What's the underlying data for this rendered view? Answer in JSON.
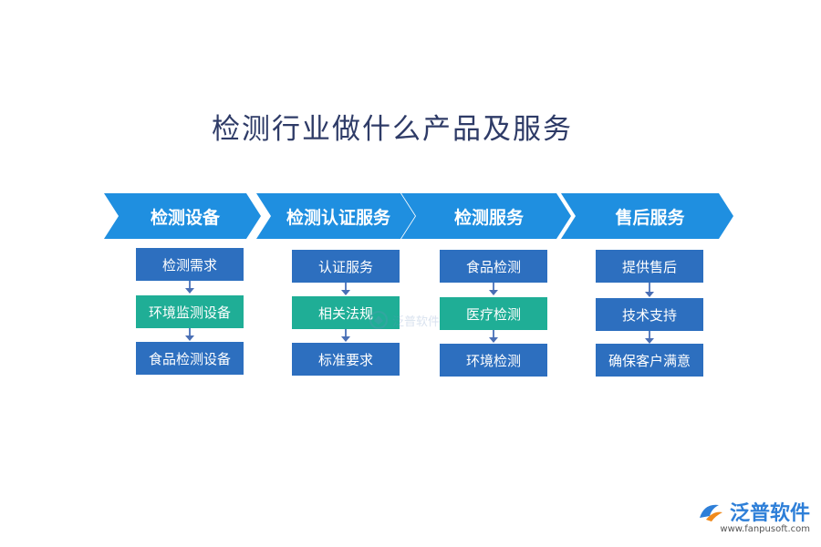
{
  "title": "检测行业做什么产品及服务",
  "colors": {
    "chevron": "#1f8fe0",
    "box_blue": "#2d6fbf",
    "box_teal": "#1fae96",
    "arrow": "#4a6fb5",
    "title": "#2e3b67"
  },
  "columns": [
    {
      "header": "检测设备",
      "items": [
        {
          "label": "检测需求",
          "color": "blue"
        },
        {
          "label": "环境监测设备",
          "color": "teal"
        },
        {
          "label": "食品检测设备",
          "color": "blue"
        }
      ]
    },
    {
      "header": "检测认证服务",
      "items": [
        {
          "label": "认证服务",
          "color": "blue"
        },
        {
          "label": "相关法规",
          "color": "teal"
        },
        {
          "label": "标准要求",
          "color": "blue"
        }
      ]
    },
    {
      "header": "检测服务",
      "items": [
        {
          "label": "食品检测",
          "color": "blue"
        },
        {
          "label": "医疗检测",
          "color": "teal"
        },
        {
          "label": "环境检测",
          "color": "blue"
        }
      ]
    },
    {
      "header": "售后服务",
      "items": [
        {
          "label": "提供售后",
          "color": "blue"
        },
        {
          "label": "技术支持",
          "color": "blue"
        },
        {
          "label": "确保客户满意",
          "color": "blue"
        }
      ]
    }
  ],
  "watermark": {
    "text": "泛普软件"
  },
  "logo": {
    "name": "泛普软件",
    "url": "www.fanpusoft.com",
    "icon": "fanpu-logo-icon"
  }
}
